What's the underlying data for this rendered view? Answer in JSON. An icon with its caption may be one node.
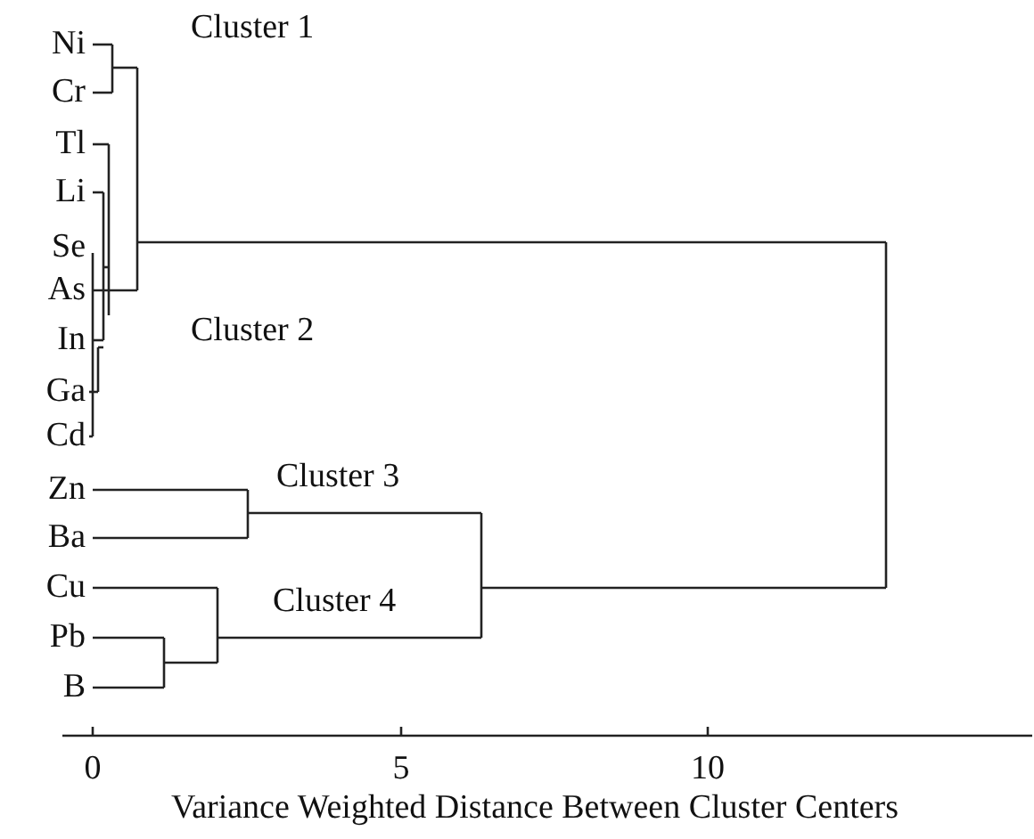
{
  "diagram": {
    "labels": [
      "Ni",
      "Cluster 1",
      "Cr",
      "Tl",
      "Li",
      "Se",
      "As",
      "In",
      "Cluster 2",
      "Ga",
      "Cd",
      "Zn",
      "Cluster 3",
      "Ba",
      "Cu",
      "Cluster 4",
      "Pb",
      "B",
      "0",
      "5",
      "10",
      "Variance Weighted Distance Between Cluster Centers"
    ]
  }
}
